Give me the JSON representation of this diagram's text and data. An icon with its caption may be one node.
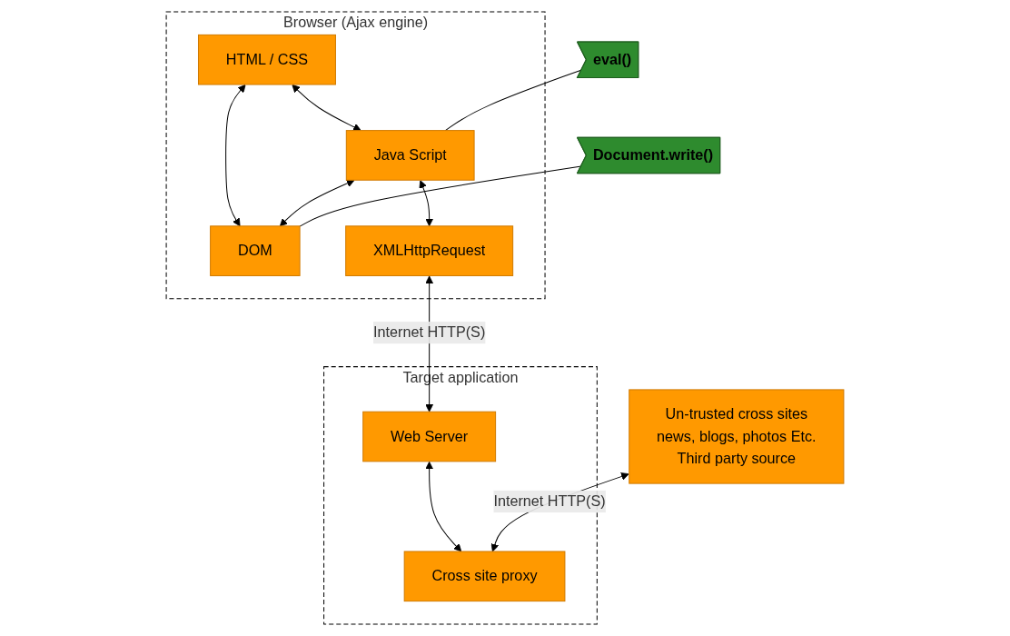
{
  "diagram": {
    "nodes": [
      {
        "text": [
          "Browser (Ajax engine)"
        ]
      },
      {
        "text": [
          "HTML / CSS"
        ],
        "in": 0
      },
      {
        "text": [
          "Java Script"
        ],
        "in": 0
      },
      {
        "text": [
          "DOM"
        ],
        "in": 0
      },
      {
        "text": [
          "XMLHttpRequest"
        ],
        "in": 0
      },
      {
        "text": [
          "eval()"
        ]
      },
      {
        "text": [
          "Document.write()"
        ]
      },
      {
        "text": [
          "Target application"
        ]
      },
      {
        "text": [
          "Web Server"
        ],
        "in": 7
      },
      {
        "text": [
          "Cross site proxy"
        ],
        "in": 7
      },
      {
        "text": [
          "Un-trusted cross sites",
          "news, blogs, photos Etc.",
          "Third party source"
        ]
      }
    ],
    "edges": [
      {
        "from": 1,
        "to": 2,
        "arrow": "both"
      },
      {
        "from": 1,
        "to": 3,
        "arrow": "both"
      },
      {
        "from": 2,
        "to": 3,
        "arrow": "both"
      },
      {
        "from": 2,
        "to": 4,
        "arrow": "both"
      },
      {
        "from": 5,
        "to": 2,
        "arrow": "none"
      },
      {
        "from": 6,
        "to": 3,
        "arrow": "none"
      },
      {
        "from": 4,
        "to": 8,
        "arrow": "both",
        "label": "Internet HTTP(S)"
      },
      {
        "from": 8,
        "to": 9,
        "arrow": "both"
      },
      {
        "from": 10,
        "to": 9,
        "arrow": "both",
        "label": "Internet HTTP(S)"
      }
    ]
  }
}
